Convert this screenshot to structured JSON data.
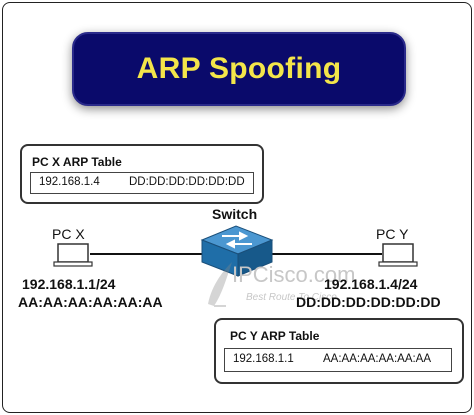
{
  "title": "ARP Spoofing",
  "pc_x_table": {
    "title": "PC X ARP Table",
    "rows": [
      {
        "ip": "192.168.1.4",
        "mac": "DD:DD:DD:DD:DD:DD"
      }
    ]
  },
  "pc_y_table": {
    "title": "PC Y ARP Table",
    "rows": [
      {
        "ip": "192.168.1.1",
        "mac": "AA:AA:AA:AA:AA:AA"
      }
    ]
  },
  "switch": {
    "label": "Switch"
  },
  "pc_x": {
    "label": "PC X",
    "ip": "192.168.1.1/24",
    "mac": "AA:AA:AA:AA:AA:AA"
  },
  "pc_y": {
    "label": "PC  Y",
    "ip": "192.168.1.4/24",
    "mac": "DD:DD:DD:DD:DD:DD"
  },
  "watermark": {
    "brand": "IPCisco.com",
    "tagline": "Best Route To Cisco"
  },
  "colors": {
    "title_bg": "#0a0a6b",
    "title_text": "#f3e54a",
    "switch": "#1f6ea8"
  }
}
